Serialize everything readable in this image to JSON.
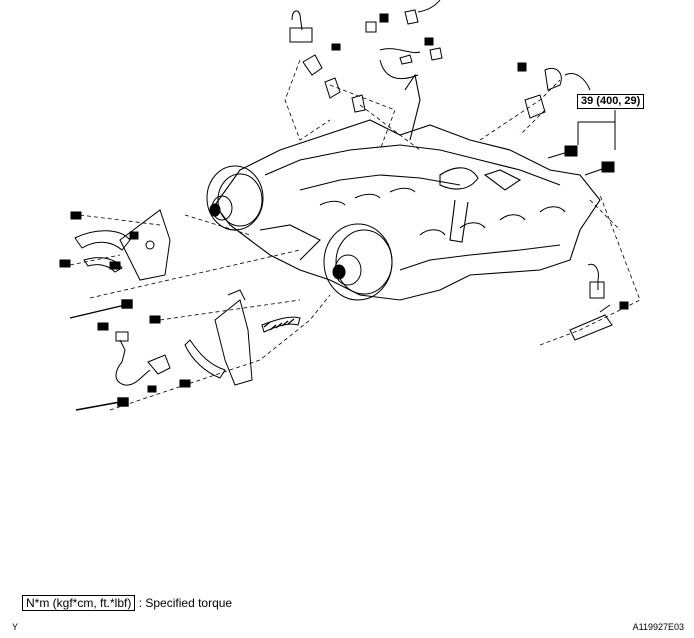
{
  "callouts": {
    "torque_bolt": "39 (400, 29)"
  },
  "legend": {
    "box_text": "N*m (kgf*cm, ft.*lbf)",
    "description": ": Specified torque"
  },
  "footer": {
    "left_mark": "Y",
    "figure_code": "A119927E03"
  }
}
